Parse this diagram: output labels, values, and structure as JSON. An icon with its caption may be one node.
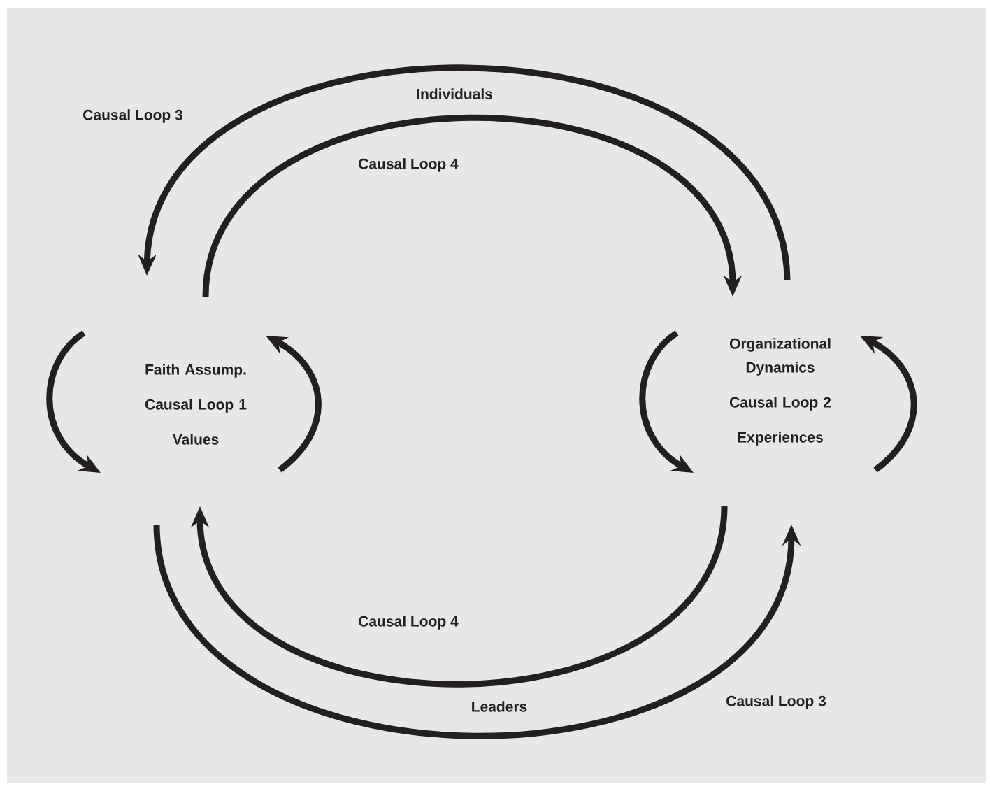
{
  "diagram": {
    "nodes": [
      {
        "text": [
          "Faith Assump.",
          "Causal Loop 1",
          "Values"
        ]
      },
      {
        "text": [
          "Organizational Dynamics",
          "Causal Loop 2",
          "Experiences"
        ]
      }
    ],
    "edges": [
      {
        "from": 1,
        "to": 0,
        "arrow": "to"
      },
      {
        "from": 0,
        "to": 1,
        "arrow": "to"
      },
      {
        "from": 1,
        "to": 0,
        "arrow": "to"
      },
      {
        "from": 0,
        "to": 1,
        "arrow": "to"
      },
      {
        "from": 0,
        "to": 0,
        "arrow": "to"
      },
      {
        "from": 0,
        "to": 0,
        "arrow": "to"
      },
      {
        "from": 1,
        "to": 1,
        "arrow": "to"
      },
      {
        "from": 1,
        "to": 1,
        "arrow": "to"
      }
    ],
    "labels": [
      "Individuals",
      "Causal Loop 3",
      "Causal Loop 4",
      "Causal Loop 4",
      "Causal Loop 3",
      "Leaders"
    ]
  }
}
